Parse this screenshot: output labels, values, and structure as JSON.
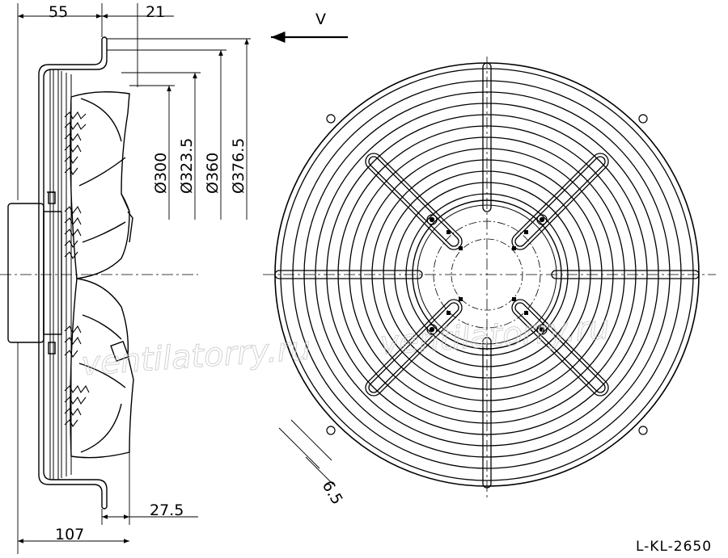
{
  "dimensions": {
    "d55": "55",
    "d21": "21",
    "d107": "107",
    "d27_5": "27.5",
    "d6_5": "6.5",
    "dia300": "Ø300",
    "dia323": "Ø323.5",
    "dia360": "Ø360",
    "dia376": "Ø376.5"
  },
  "airflow_label": "V",
  "drawing_code": "L-KL-2650",
  "watermark": "ventilatorry.ru"
}
